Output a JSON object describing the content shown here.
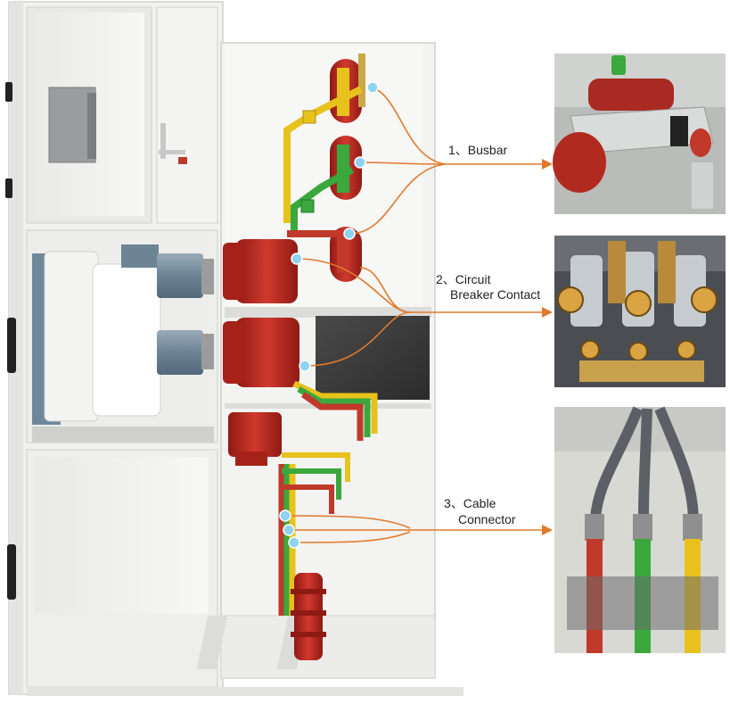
{
  "callouts": {
    "busbar": "1、Busbar",
    "circuit_breaker_line1": "2、Circuit",
    "circuit_breaker_line2": "Breaker Contact",
    "cable_line1": "3、Cable",
    "cable_line2": "Connector"
  },
  "colors": {
    "leader": "#e07a2c",
    "phase_yellow": "#e8c21c",
    "phase_green": "#3aa83c",
    "phase_red": "#c0392b",
    "insulator_red": "#b8271f",
    "cabinet_white": "#f2f2f0",
    "cabinet_shadow": "#d8d8d6",
    "breaker_grey": "#6f8799",
    "dark_box": "#3a3a3a",
    "marker_blue": "#8fd3f2"
  }
}
